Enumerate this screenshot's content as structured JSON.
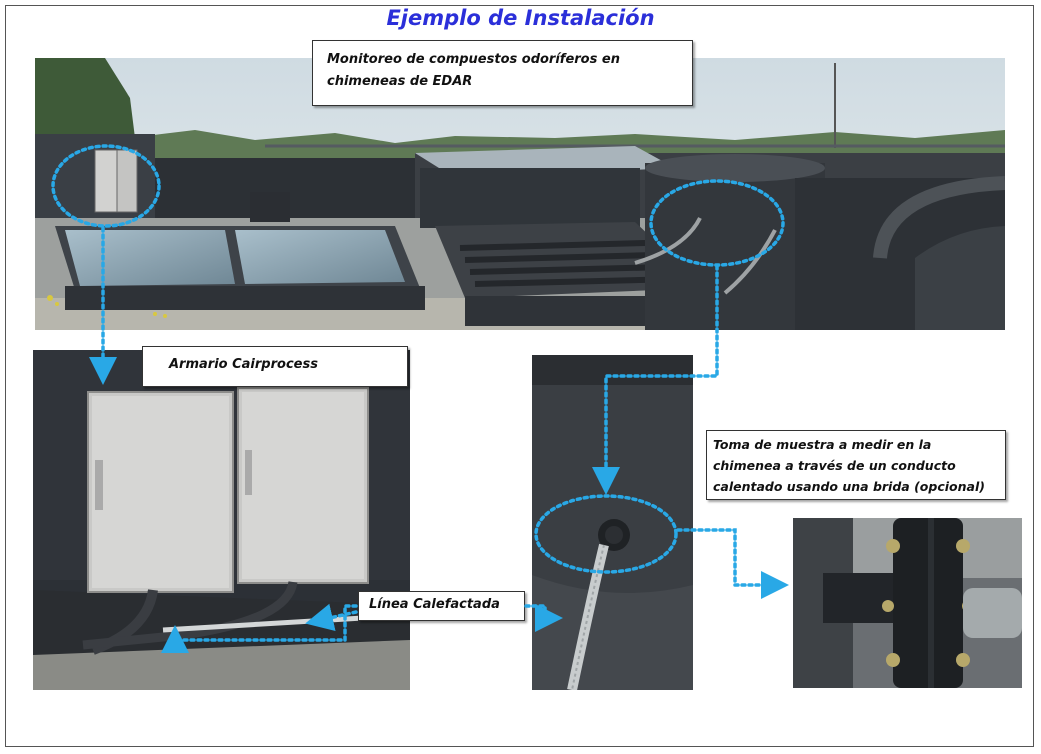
{
  "title": "Ejemplo de Instalación",
  "captions": {
    "top": "Monitoreo de compuestos odoríferos en chimeneas de EDAR",
    "cabinet": "Armario Cairprocess",
    "heated_line": "Línea Calefactada",
    "sample": "Toma de muestra a medir en la chimenea a través de un conducto calentado usando una brida (opcional)"
  },
  "colors": {
    "title": "#2b2fd9",
    "annotation": "#29a8e6",
    "sky": "#dde6ea",
    "dark_steel": "#34383d",
    "cabinet": "#c9c9c7",
    "glass": "#8ea5b2"
  }
}
